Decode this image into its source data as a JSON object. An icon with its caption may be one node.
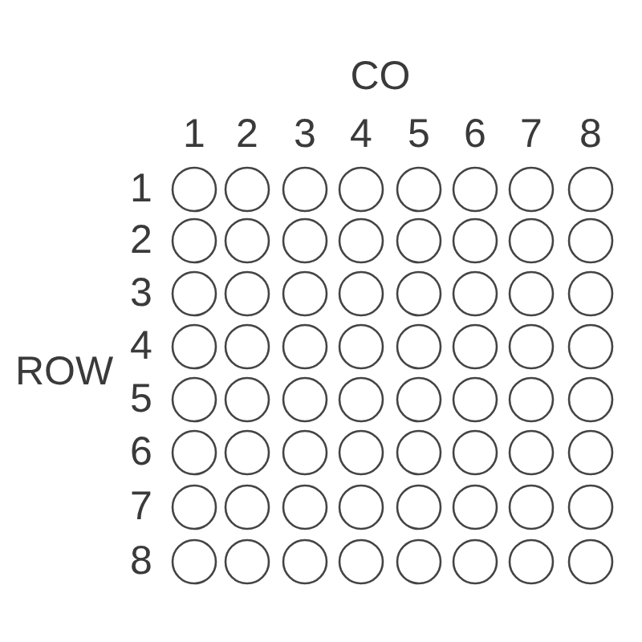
{
  "diagram": {
    "labels": [
      "CO",
      "1",
      "2",
      "3",
      "4",
      "5",
      "6",
      "7",
      "8",
      "1",
      "2",
      "3",
      "ROW",
      "4",
      "5",
      "6",
      "7",
      "8"
    ]
  }
}
